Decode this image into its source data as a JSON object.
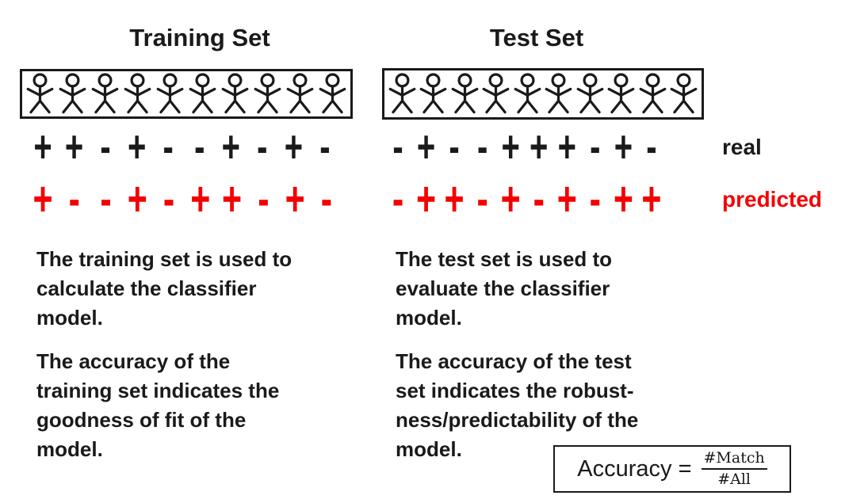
{
  "colors": {
    "ink": "#1a1a1a",
    "red": "#f40000"
  },
  "training": {
    "title": "Training Set",
    "people_count": 10,
    "real_signs": [
      "+",
      "+",
      "-",
      "+",
      "-",
      "-",
      "+",
      "-",
      "+",
      "-"
    ],
    "predicted_signs": [
      "+",
      "-",
      "-",
      "+",
      "-",
      "+",
      "+",
      "-",
      "+",
      "-"
    ],
    "paragraph1": "The training set is used to\ncalculate the classifier\nmodel.",
    "paragraph2": "The accuracy of the\ntraining set indicates the\ngoodness of fit of the\nmodel."
  },
  "test": {
    "title": "Test Set",
    "people_count": 10,
    "real_signs": [
      "-",
      "+",
      "-",
      "-",
      "+",
      "+",
      "+",
      "-",
      "+",
      "-"
    ],
    "predicted_signs": [
      "-",
      "+",
      "+",
      "-",
      "+",
      "-",
      "+",
      "-",
      "+",
      "+"
    ],
    "paragraph1": "The test set is used to\nevaluate the classifier\nmodel.",
    "paragraph2": "The accuracy of the test\nset indicates the robust-\nness/predictability of the\nmodel."
  },
  "row_labels": {
    "real": "real",
    "predicted": "predicted"
  },
  "formula": {
    "lhs": "Accuracy =",
    "numerator": "#Match",
    "denominator": "#All"
  }
}
